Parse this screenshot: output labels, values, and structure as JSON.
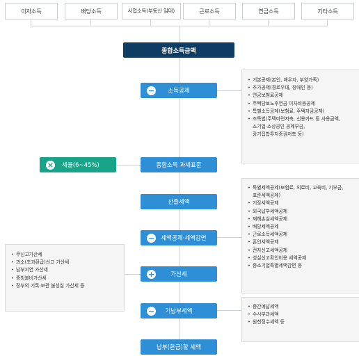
{
  "income_types": [
    "이자소득",
    "배당소득",
    "사업소득(부동산 임대)",
    "근로소득",
    "연금소득",
    "기타소득"
  ],
  "steps": {
    "total_income": "종합소득금액",
    "income_deduction": "소득공제",
    "tax_base": "종합소득 과세표준",
    "tax_rate": "세율(6~45%)",
    "calculated_tax": "산출세액",
    "tax_credit": "세액공제·세액감면",
    "additional_tax": "가산세",
    "prepaid_tax": "기납부세액",
    "payable_tax": "납부(환급)할 세액"
  },
  "icons": {
    "minus": "−",
    "plus": "+",
    "times": "×"
  },
  "income_deduction_items": [
    "기본공제(본인, 배우자, 부양가족)",
    "추가공제(경로우대, 장애인 등)",
    "연금보험료공제",
    "주택담보노후연금 이자비용공제",
    "특별소득공제(보험료, 주택자금공제)",
    "조특법(주택마련저축, 신용카드 등 사용금액,",
    "소기업·소상공인 공제부금,",
    "장기집합투자증권저축 등)"
  ],
  "tax_credit_items": [
    "특별세액공제(보험료, 의료비, 교육비, 기부금,",
    "표준세액공제)",
    "기장세액공제",
    "외국납부세액공제",
    "재해손실세액공제",
    "배당세액공제",
    "근로소득세액공제",
    "혼인세액공제",
    "전자신고세액공제",
    "성실신고확인비용 세액공제",
    "중소기업특별세액감면 등"
  ],
  "additional_tax_items": [
    "무신고가산세",
    "과소(초과환급)신고 가산세",
    "납부지연 가산세",
    "증빙불비가산세",
    "장부의 기록·보관 불성실 가산세 등"
  ],
  "prepaid_tax_items": [
    "중간예납세액",
    "수시부과세액",
    "원천징수세액 등"
  ],
  "colors": {
    "navy": "#0f3c63",
    "blue": "#2e8fd6",
    "green": "#17a489",
    "line": "#cfd4d9"
  }
}
